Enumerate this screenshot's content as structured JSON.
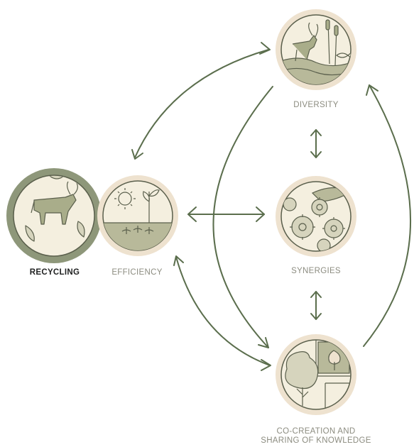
{
  "palette": {
    "arrow": "#5b6e4d",
    "ring_light": "#eee2cf",
    "ring_dark": "#8e977a",
    "face": "#f4efdf",
    "ground": "#b8b99a",
    "ink": "#5a5f4c",
    "fill_green": "#a9ad8a"
  },
  "nodes": {
    "recycling": {
      "label": "RECYCLING",
      "icon": "cow-with-leaves-icon"
    },
    "efficiency": {
      "label": "EFFICIENCY",
      "icon": "sun-and-seedlings-icon"
    },
    "diversity": {
      "label": "DIVERSITY",
      "icon": "goat-reeds-fish-icon"
    },
    "synergies": {
      "label": "SYNERGIES",
      "icon": "gears-and-hand-icon"
    },
    "cocreation": {
      "label_line1": "CO-CREATION AND",
      "label_line2": "SHARING OF KNOWLEDGE",
      "icon": "trees-window-icon"
    }
  },
  "connections": [
    {
      "from": "diversity",
      "to": "efficiency",
      "direction": "both"
    },
    {
      "from": "efficiency",
      "to": "synergies",
      "direction": "both"
    },
    {
      "from": "efficiency",
      "to": "cocreation",
      "direction": "both"
    },
    {
      "from": "diversity",
      "to": "synergies",
      "direction": "both"
    },
    {
      "from": "synergies",
      "to": "cocreation",
      "direction": "both"
    },
    {
      "from": "diversity",
      "to": "cocreation",
      "direction": "forward"
    },
    {
      "from": "cocreation",
      "to": "diversity",
      "direction": "forward"
    }
  ]
}
